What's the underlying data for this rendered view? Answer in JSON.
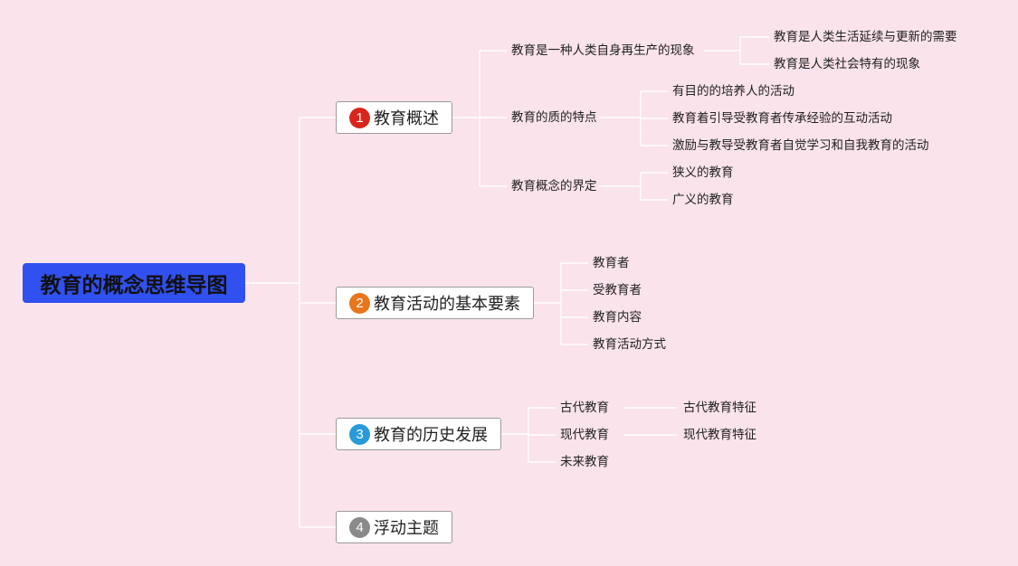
{
  "root": {
    "label": "教育的概念思维导图",
    "color": "#3050f0"
  },
  "topics": [
    {
      "number": "1",
      "label": "教育概述",
      "badge_color": "#d8261c",
      "children": [
        {
          "label": "教育是一种人类自身再生产的现象",
          "children": [
            "教育是人类生活延续与更新的需要",
            "教育是人类社会特有的现象"
          ]
        },
        {
          "label": "教育的质的特点",
          "children": [
            "有目的的培养人的活动",
            "教育着引导受教育者传承经验的互动活动",
            "激励与教导受教育者自觉学习和自我教育的活动"
          ]
        },
        {
          "label": "教育概念的界定",
          "children": [
            "狭义的教育",
            "广义的教育"
          ]
        }
      ]
    },
    {
      "number": "2",
      "label": "教育活动的基本要素",
      "badge_color": "#e8761a",
      "children": [
        {
          "label": "教育者",
          "children": []
        },
        {
          "label": "受教育者",
          "children": []
        },
        {
          "label": "教育内容",
          "children": []
        },
        {
          "label": "教育活动方式",
          "children": []
        }
      ]
    },
    {
      "number": "3",
      "label": "教育的历史发展",
      "badge_color": "#2a9ad8",
      "children": [
        {
          "label": "古代教育",
          "children": [
            "古代教育特征"
          ]
        },
        {
          "label": "现代教育",
          "children": [
            "现代教育特征"
          ]
        },
        {
          "label": "未来教育",
          "children": []
        }
      ]
    },
    {
      "number": "4",
      "label": "浮动主题",
      "badge_color": "#8a8a8a",
      "children": []
    }
  ]
}
